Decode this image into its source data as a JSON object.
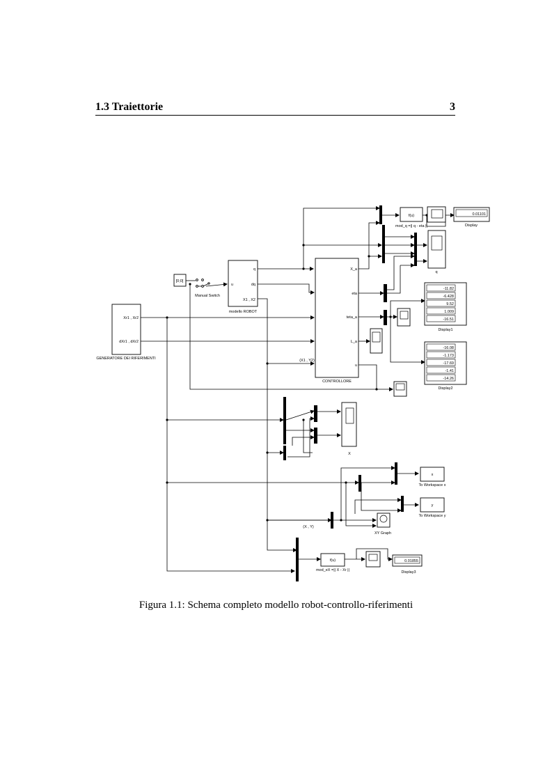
{
  "header": {
    "section": "1.3 Traiettorie",
    "page": "3"
  },
  "caption": "Figura 1.1: Schema completo modello robot-controllo-riferimenti",
  "blocks": {
    "constant": "[0;0]",
    "manual_switch": "Manual Switch",
    "robot": {
      "name": "modello ROBOT",
      "in_port": "u",
      "out_q": "q",
      "out_dq": "dq",
      "out_x": "X1 , X2"
    },
    "generator": {
      "name": "GENERATORE DEI RIFERIMENTI",
      "out1": "Xr1 , Xr2",
      "out2": "dXr1 , dXr2"
    },
    "controller": {
      "name": "CONTROLLORE",
      "p1": "X_a",
      "p2": "eta",
      "p3": "teta_a",
      "p4": "L_a",
      "p5": "u",
      "input": "(X1 , Y2)"
    },
    "fcn1": {
      "expr": "f(u)",
      "name": "mod_q =|| q - eta ||"
    },
    "fcn2": {
      "expr": "f(u)",
      "name": "mod_eX =|| X - Xr ||"
    },
    "display": {
      "name": "Display",
      "value": "0.01101"
    },
    "display1": {
      "name": "Display1",
      "values": [
        "-11.82",
        "-6.428",
        "9.52",
        "1.009",
        "-16.51"
      ]
    },
    "display2": {
      "name": "Display2",
      "values": [
        "-16.08",
        "-1.173",
        "-17.69",
        "-1.41",
        "-14.26"
      ]
    },
    "display3": {
      "name": "Display3",
      "value": "0.01855"
    },
    "scope_q": "q",
    "scope_x": "X",
    "ws_x": {
      "value": "x",
      "name": "To Workspace x"
    },
    "ws_y": {
      "value": "y",
      "name": "To Workspace y"
    },
    "xy_graph": "XY Graph",
    "xy_label": "(X , Y)"
  }
}
